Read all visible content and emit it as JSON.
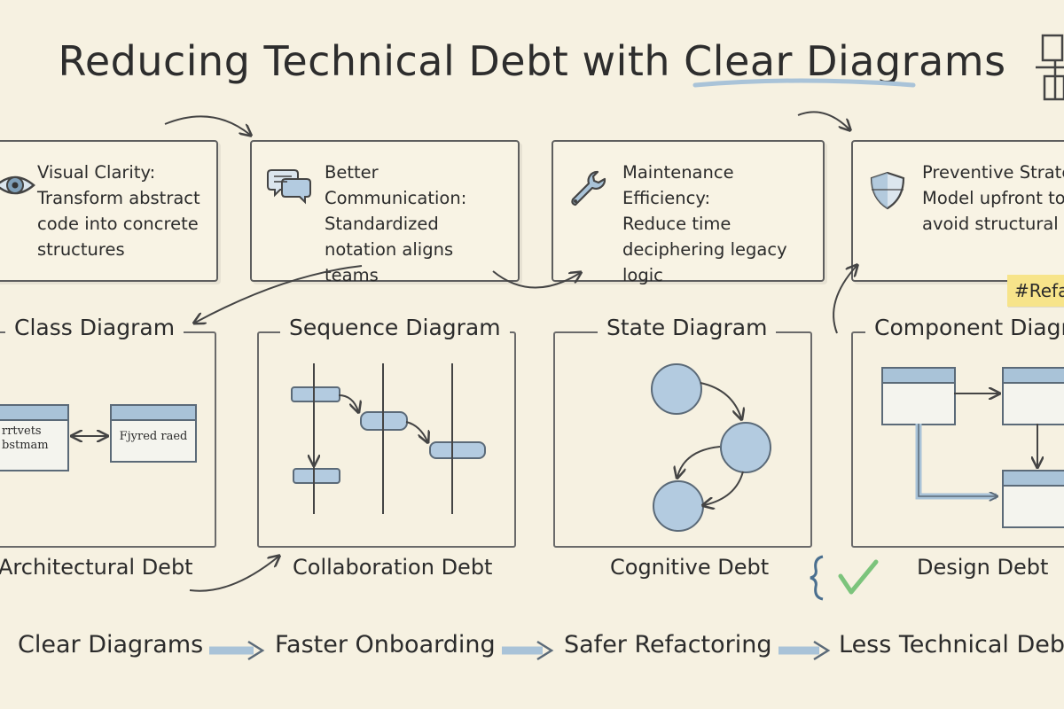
{
  "title": "Reducing Technical Debt with Clear Diagrams",
  "cards": [
    {
      "line1": "Visual Clarity:",
      "line2": "Transform abstract",
      "line3": "code into concrete",
      "line4": "structures",
      "icon": "eye-icon"
    },
    {
      "line1": "Better Communication:",
      "line2": "Standardized",
      "line3": "notation aligns teams",
      "icon": "speech-bubbles-icon"
    },
    {
      "line1": "Maintenance Efficiency:",
      "line2": "Reduce time",
      "line3": "deciphering legacy logic",
      "icon": "wrench-icon"
    },
    {
      "line1": "Preventive Strategy:",
      "line2": "Model upfront to",
      "line3": "avoid structural issues",
      "icon": "shield-icon"
    }
  ],
  "tag": "#Refactoring",
  "panels": [
    {
      "title": "Class Diagram",
      "debt": "Architectural Debt",
      "box1": [
        "rrtvets",
        "bstmam"
      ],
      "box2": "Fjyred raed"
    },
    {
      "title": "Sequence Diagram",
      "debt": "Collaboration Debt"
    },
    {
      "title": "State Diagram",
      "debt": "Cognitive Debt"
    },
    {
      "title": "Component Diagram",
      "debt": "Design Debt"
    }
  ],
  "flow": [
    "Clear Diagrams",
    "Faster Onboarding",
    "Safer Refactoring",
    "Less Technical Debt"
  ],
  "colors": {
    "background": "#f6f1e1",
    "accent": "#a9c3d8",
    "ink": "#2b2b2b",
    "check": "#7cc47c",
    "tag": "#f7e48a"
  }
}
